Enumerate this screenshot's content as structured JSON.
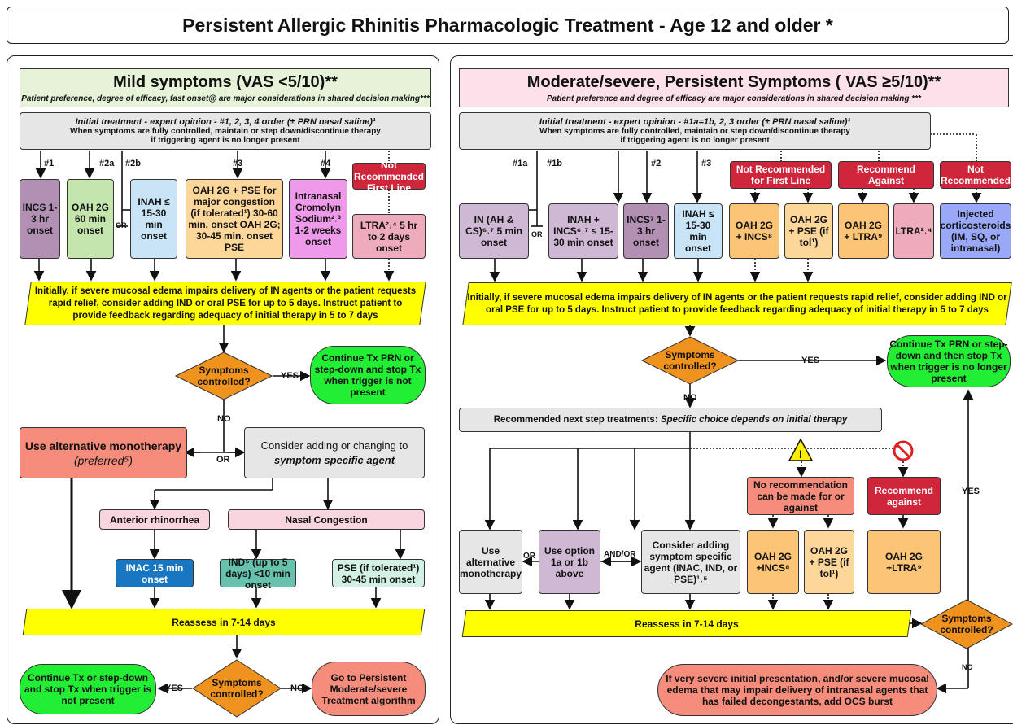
{
  "title": "Persistent Allergic Rhinitis Pharmacologic Treatment - Age 12 and older *",
  "left": {
    "header": "Mild symptoms (VAS <5/10)**",
    "header_sub": "Patient preference, degree of efficacy, fast onset@ are major considerations in shared decision making***",
    "initial_line1": "Initial treatment - expert opinion - #1, 2, 3, 4 order (± PRN nasal saline)¹",
    "initial_line2": "When symptoms are fully controlled, maintain or step down/discontinue therapy",
    "initial_line3": "if triggering agent is no longer present",
    "labels": {
      "n1": "#1",
      "n2a": "#2a",
      "n2b": "#2b",
      "n3": "#3",
      "n4": "#4",
      "or": "OR"
    },
    "options": {
      "incs": "INCS 1-3 hr onset",
      "oah": "OAH 2G 60 min onset",
      "inah": "INAH ≤ 15-30 min onset",
      "oahpse": "OAH 2G + PSE for major congestion (if tolerated¹) 30-60 min. onset OAH 2G; 30-45 min. onset PSE",
      "crom": "Intranasal Cromolyn Sodium²˒³ 1-2 weeks onset",
      "notrec": "Not Recommended First Line",
      "ltra": "LTRA²˒⁴ 5 hr to 2 days onset"
    },
    "edema": "Initially, if severe mucosal edema impairs delivery of IN agents or the patient requests rapid relief, consider adding IND or oral PSE for up to 5 days. Instruct patient to provide feedback regarding adequacy of initial therapy in 5 to 7 days",
    "symptoms": "Symptoms controlled?",
    "yes": "YES",
    "no": "NO",
    "continue": "Continue Tx PRN or step-down and stop Tx when trigger is not present",
    "alt_mono": "Use alternative monotherapy",
    "alt_pref": "(preferred⁵)",
    "or2": "OR",
    "consider": "Consider adding or changing to",
    "consider2": "symptom specific agent",
    "ant": "Anterior rhinorrhea",
    "nasal": "Nasal Congestion",
    "inac": "INAC 15 min onset",
    "ind": "IND⁵ (up to 5 days) <10 min onset",
    "pse": "PSE (if tolerated¹) 30-45 min onset",
    "reassess": "Reassess in 7-14 days",
    "symptoms2": "Symptoms controlled?",
    "yes2": "YES",
    "no2": "NO",
    "continue2": "Continue Tx or step-down and stop Tx when trigger is not present",
    "goto": "Go to Persistent Moderate/severe Treatment algorithm"
  },
  "right": {
    "header": "Moderate/severe, Persistent Symptoms ( VAS ≥5/10)**",
    "header_sub": "Patient preference and degree of efficacy are major considerations in shared decision making ***",
    "initial_line1": "Initial treatment - expert opinion - #1a=1b, 2, 3 order (± PRN nasal saline)¹",
    "initial_line2": "When symptoms are fully controlled, maintain or step down/discontinue therapy",
    "initial_line3": "if triggering agent is no longer present",
    "labels": {
      "n1a": "#1a",
      "n1b": "#1b",
      "n2": "#2",
      "n3": "#3",
      "or": "OR"
    },
    "notrec_first": "Not Recommended for First Line",
    "rec_against": "Recommend Against",
    "not_rec": "Not Recommended",
    "options": {
      "in": "IN (AH & CS)⁶˒⁷ 5 min onset",
      "inah_incs": "INAH + INCS⁶˒⁷ ≤ 15-30 min onset",
      "incs": "INCS⁷ 1-3 hr onset",
      "inah": "INAH ≤ 15-30 min onset",
      "oah_incs": "OAH 2G + INCS⁸",
      "oah_pse": "OAH 2G + PSE (if tol¹)",
      "oah_ltra": "OAH 2G + LTRA⁹",
      "ltra": "LTRA²˒⁴",
      "injected": "Injected corticosteroids (IM, SQ, or intranasal)"
    },
    "edema": "Initially, if severe mucosal edema impairs delivery of IN agents or the patient requests rapid relief, consider adding IND or oral PSE for up to 5 days. Instruct patient to provide feedback regarding adequacy of initial therapy in 5 to 7 days",
    "symptoms": "Symptoms controlled?",
    "yes": "YES",
    "no": "NO",
    "continue": "Continue Tx PRN or step-down and then stop Tx when trigger is no longer present",
    "next_step": "Recommended next step treatments:",
    "next_step_italic": "Specific choice depends on initial therapy",
    "use_alt": "Use alternative monotherapy",
    "or2": "OR",
    "use_opt": "Use option 1a or 1b above",
    "andor": "AND/OR",
    "consider": "Consider adding symptom specific agent (INAC, IND, or PSE)¹˒⁵",
    "norec": "No recommendation can be made for or against",
    "rec_against2": "Recommend against",
    "oah_incs2": "OAH 2G +INCS⁸",
    "oah_pse2": "OAH 2G + PSE (if tol¹)",
    "oah_ltra2": "OAH 2G +LTRA⁹",
    "reassess": "Reassess in 7-14 days",
    "symptoms2": "Symptoms controlled?",
    "yes2": "YES",
    "no2": "NO",
    "ocs": "If very severe initial presentation, and/or severe mucosal edema that may impair delivery of intranasal agents that has failed decongestants, add OCS burst"
  }
}
